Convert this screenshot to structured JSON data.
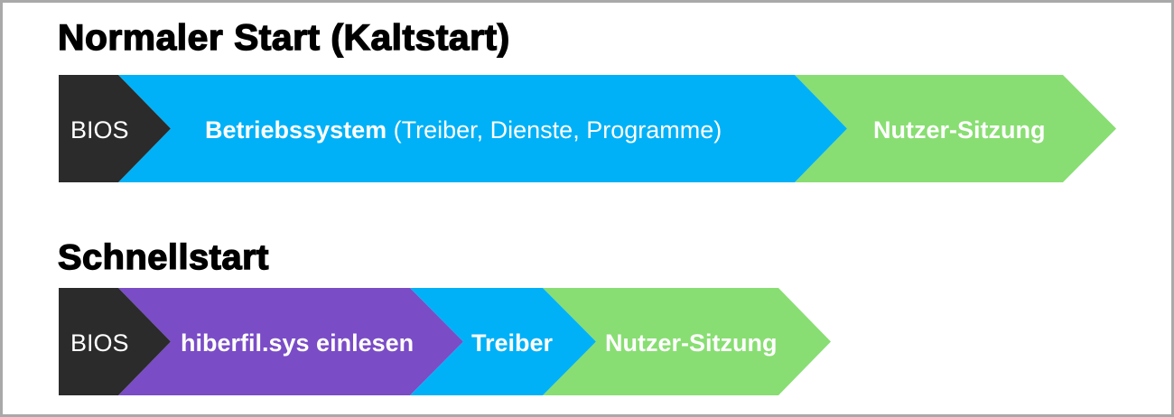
{
  "colors": {
    "bios": "#2b2b2b",
    "os": "#00b1f7",
    "session": "#88de72",
    "hiberfil": "#7a4cc6",
    "heading": "#000000",
    "label": "#ffffff",
    "frame": "#a9a9a9"
  },
  "rows": [
    {
      "title": "Normaler Start (Kaltstart)",
      "segments": [
        {
          "label": "BIOS",
          "color_key": "bios"
        },
        {
          "label_strong": "Betriebssystem",
          "label_regular": "(Treiber, Dienste, Programme)",
          "color_key": "os"
        },
        {
          "label": "Nutzer-Sitzung",
          "color_key": "session"
        }
      ]
    },
    {
      "title": "Schnellstart",
      "segments": [
        {
          "label": "BIOS",
          "color_key": "bios"
        },
        {
          "label": "hiberfil.sys einlesen",
          "color_key": "hiberfil"
        },
        {
          "label": "Treiber",
          "color_key": "os"
        },
        {
          "label": "Nutzer-Sitzung",
          "color_key": "session"
        }
      ]
    }
  ]
}
